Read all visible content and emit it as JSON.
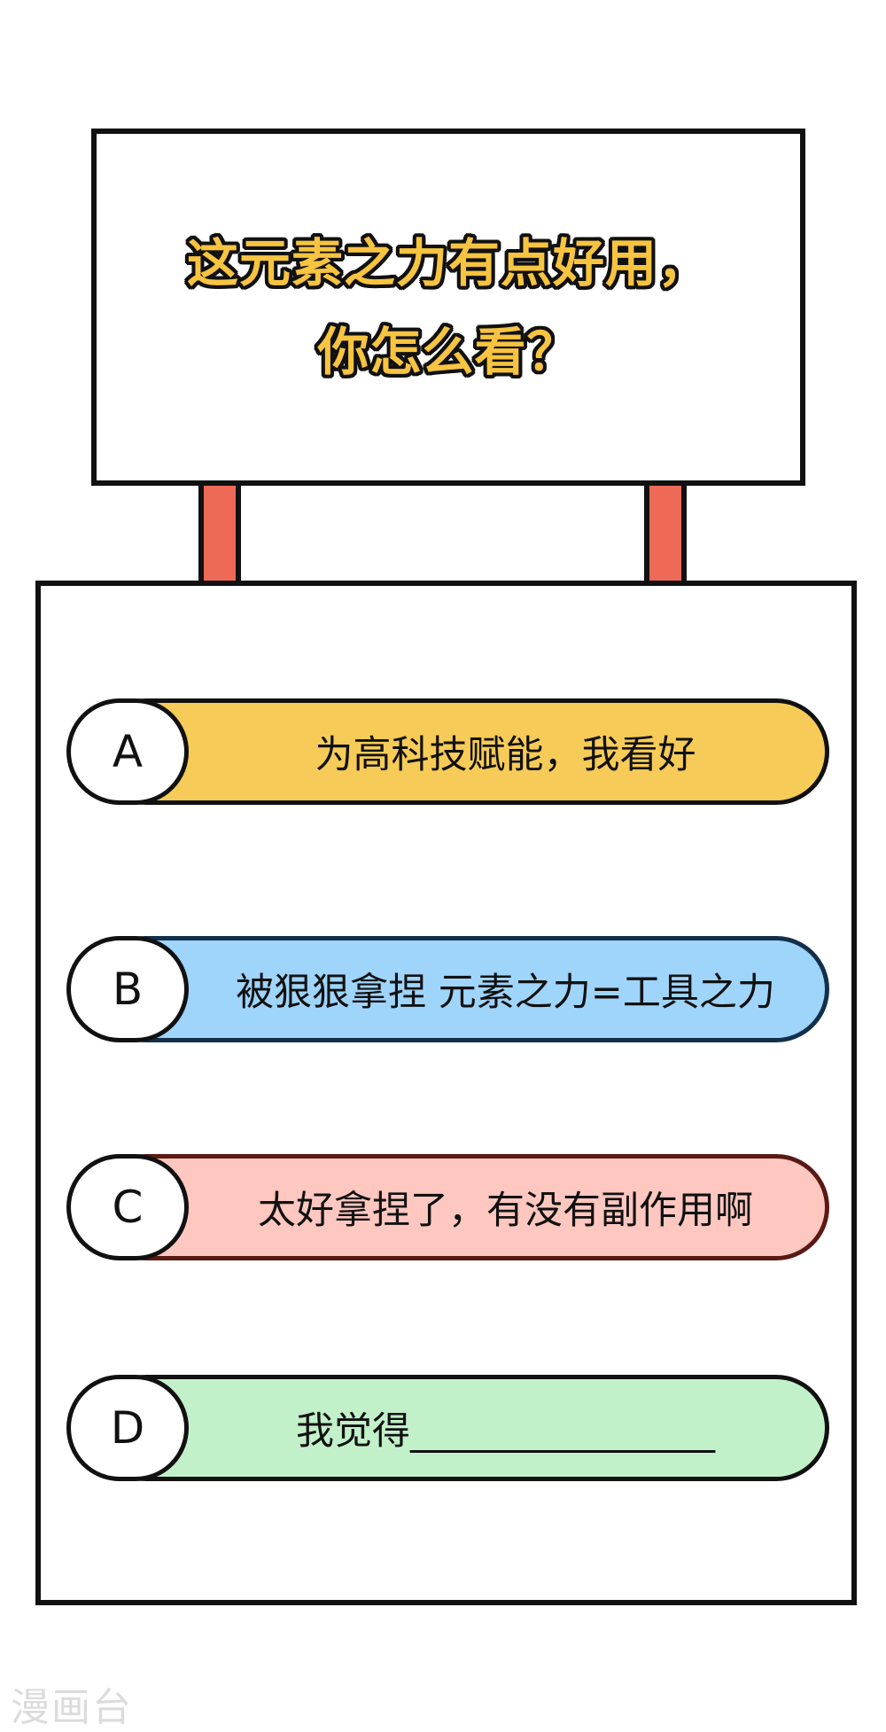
{
  "question": {
    "line1": "这元素之力有点好用，",
    "line2": "你怎么看？"
  },
  "options": [
    {
      "letter": "A",
      "text": "为高科技赋能，我看好",
      "color": "#f7cb57",
      "border": "#111111"
    },
    {
      "letter": "B",
      "text": "被狠狠拿捏 元素之力=工具之力",
      "color": "#9fd4fb",
      "border": "#13304a"
    },
    {
      "letter": "C",
      "text": "太好拿捏了，有没有副作用啊",
      "color": "#fec7bf",
      "border": "#5a1a14"
    },
    {
      "letter": "D",
      "text": "我觉得________________",
      "color": "#c2f1c9",
      "border": "#111111"
    }
  ],
  "colors": {
    "post": "#ee6a57",
    "title_fill": "#f7c441",
    "outline": "#111111"
  },
  "watermark": "漫画台"
}
